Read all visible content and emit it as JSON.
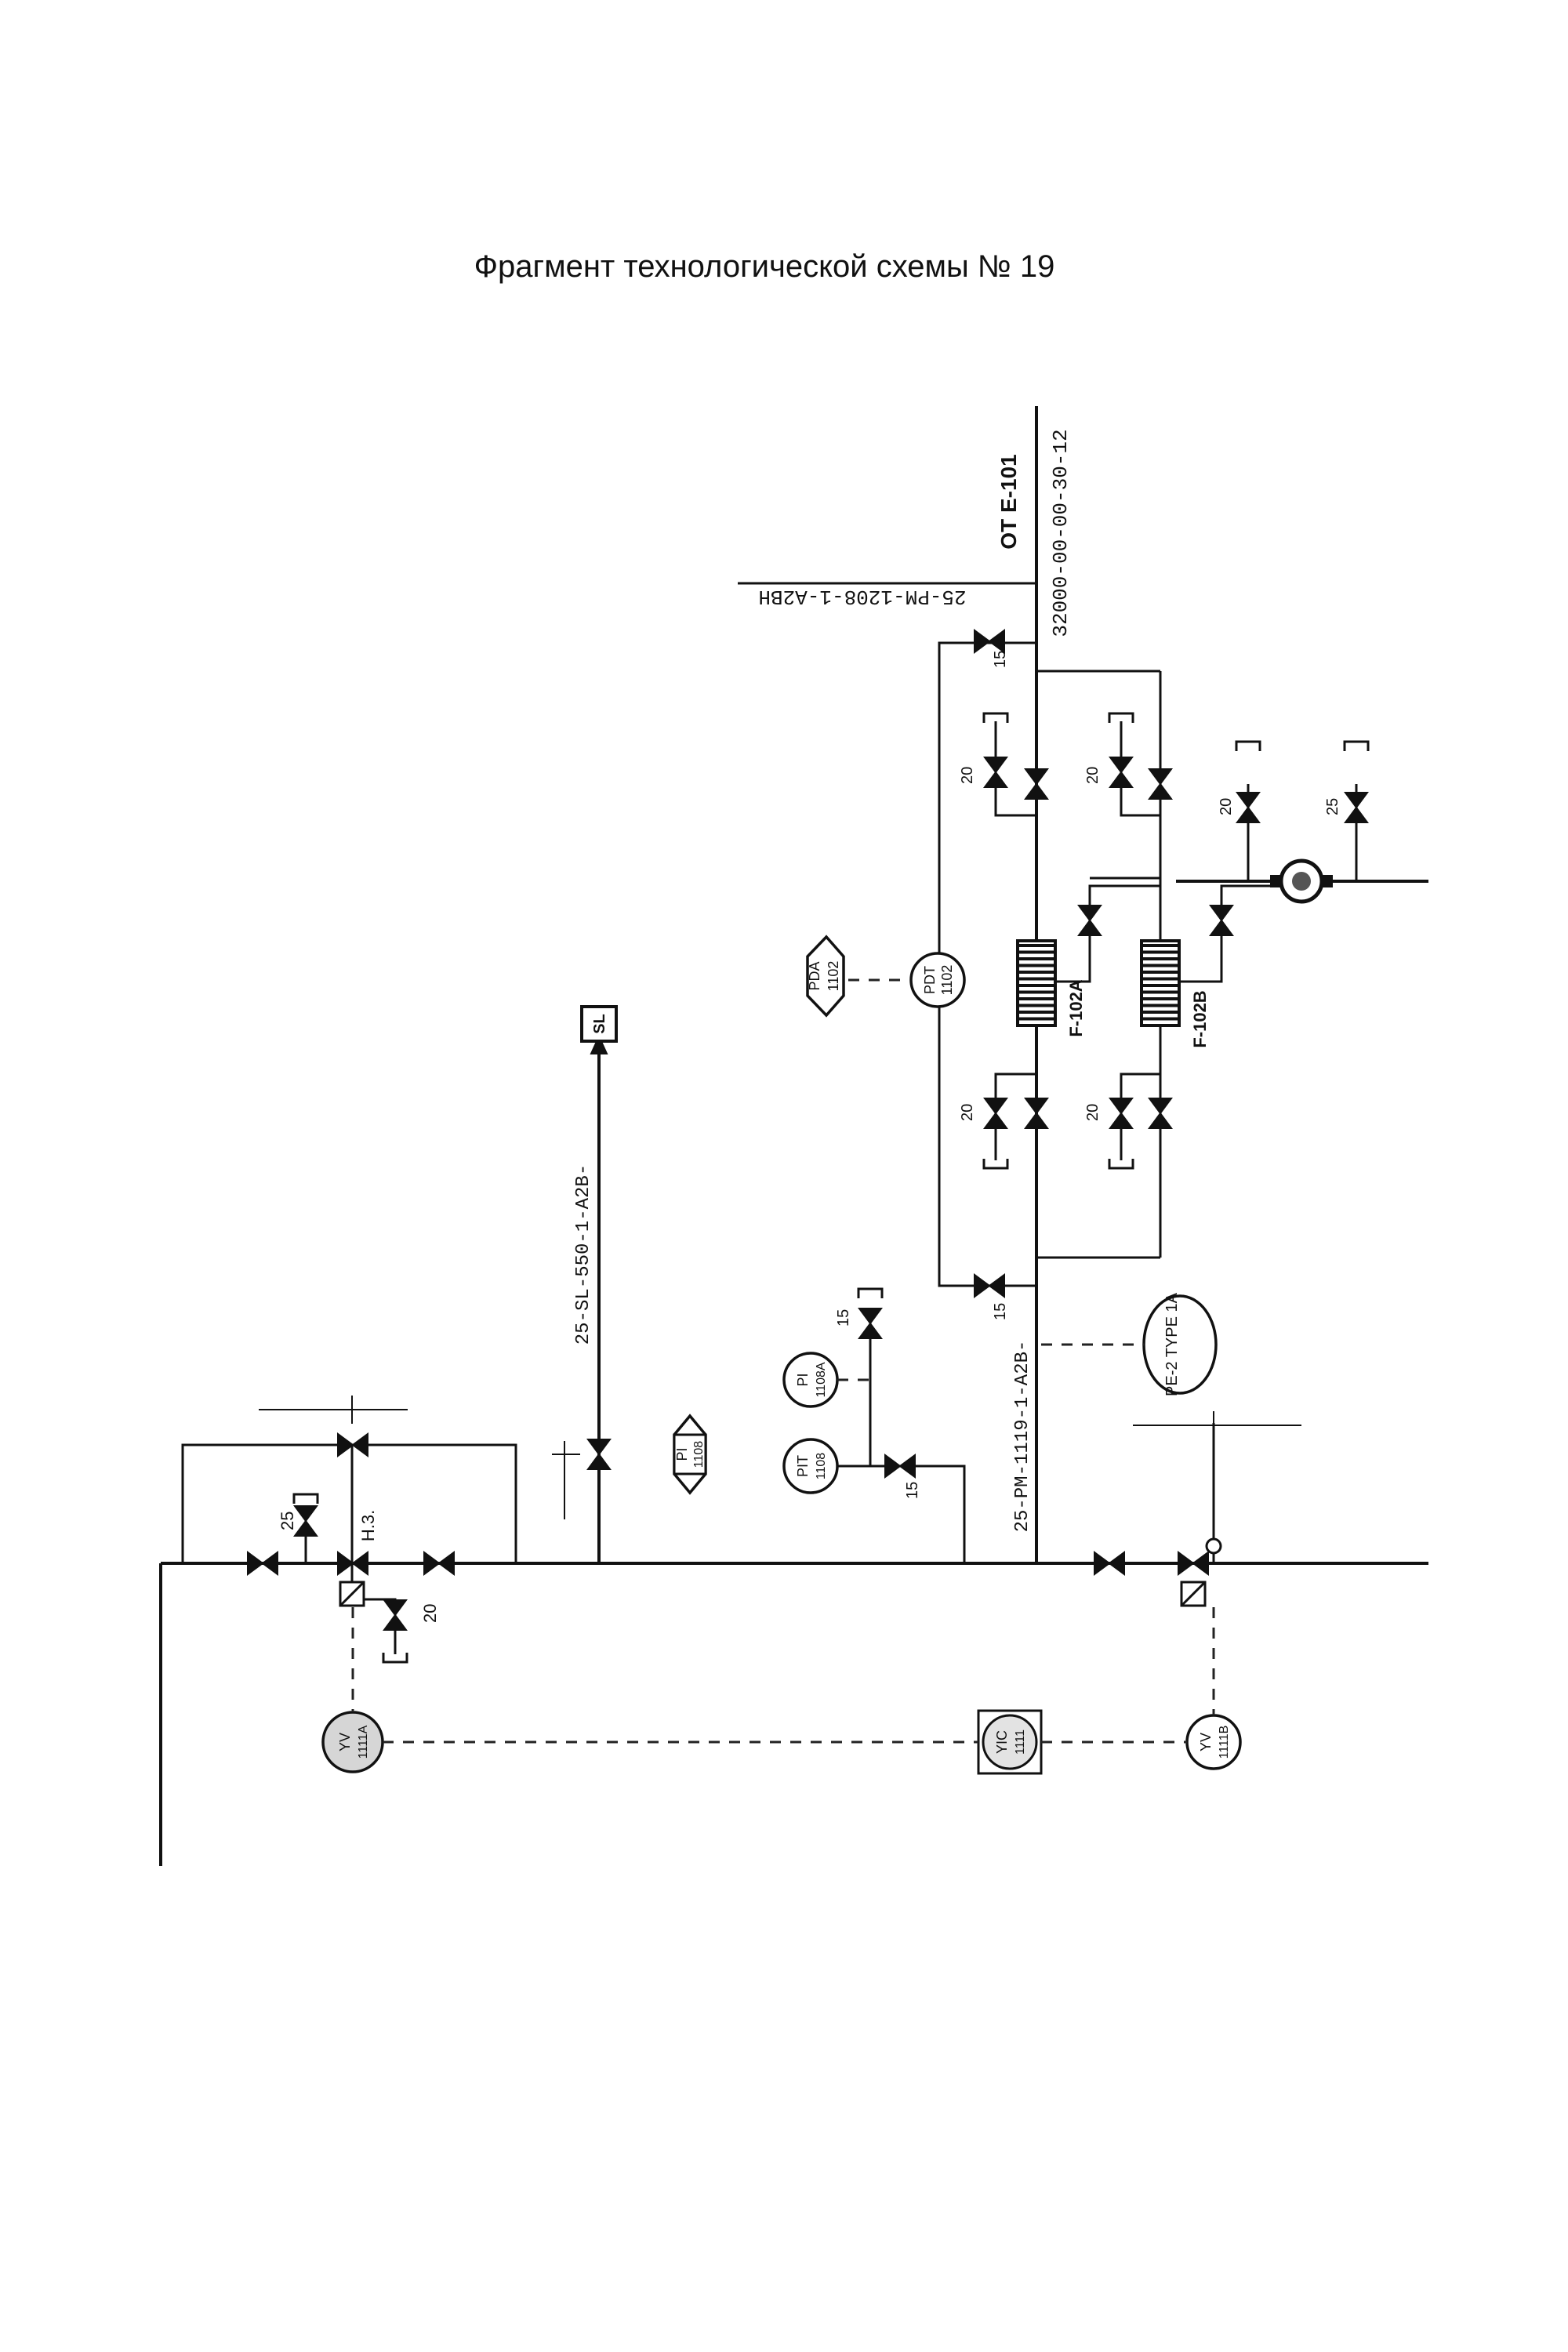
{
  "title": "Фрагмент технологической схемы № 19",
  "labels": {
    "from_equipment": "ОТ Е-101",
    "line_code_main": "32000-00-00-30-12",
    "line_code_inlet": "25-PM-1208-1-A2BH",
    "line_code_sl": "25-SL-550-1-A2B-",
    "line_code_pm": "25-PM-1119-1-A2B-",
    "sl_box": "SL",
    "insulation": "PE-2 TYPE 1A",
    "hs_tag": "H.3.",
    "filter_a": "F-102A",
    "filter_b": "F-102B"
  },
  "sizes": {
    "v15_top": "15",
    "v15_bottom": "15",
    "v15_pit": "15",
    "v15_drain": "15",
    "d20_top_a": "20",
    "d20_top_b": "20",
    "d20_pump": "20",
    "d25_pump": "25",
    "d20_bot_a": "20",
    "d20_bot_b": "20",
    "d25_left": "25",
    "d20_left": "20"
  },
  "instruments": {
    "pda": {
      "tag": "PDA",
      "num": "1102"
    },
    "pdt": {
      "tag": "PDT",
      "num": "1102"
    },
    "pi_a": {
      "tag": "PI",
      "num": "1108A"
    },
    "pit": {
      "tag": "PIT",
      "num": "1108"
    },
    "pi": {
      "tag": "PI",
      "num": "1108"
    },
    "yv_a": {
      "tag": "YV",
      "num": "1111A"
    },
    "yic": {
      "tag": "YIC",
      "num": "1111"
    },
    "yv_b": {
      "tag": "YV",
      "num": "1111B"
    }
  }
}
